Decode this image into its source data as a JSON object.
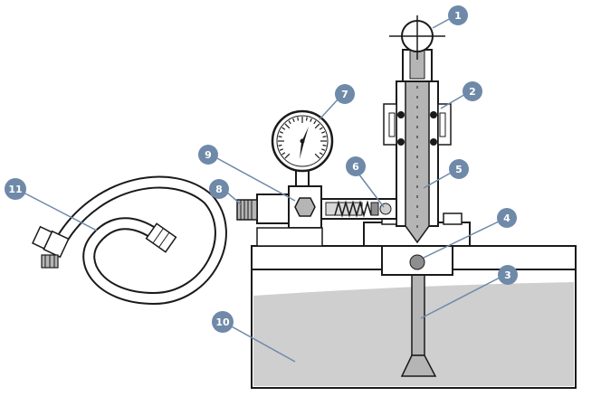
{
  "labels": [
    "1",
    "2",
    "3",
    "4",
    "5",
    "6",
    "7",
    "8",
    "9",
    "10",
    "11"
  ],
  "colors": {
    "outline": "#1a1a1a",
    "liquid": "#cfcfcf",
    "metal": "#b5b5b5",
    "metal_dark": "#8e8e8e",
    "label": "#6f89a8",
    "label_text": "#ffffff"
  }
}
